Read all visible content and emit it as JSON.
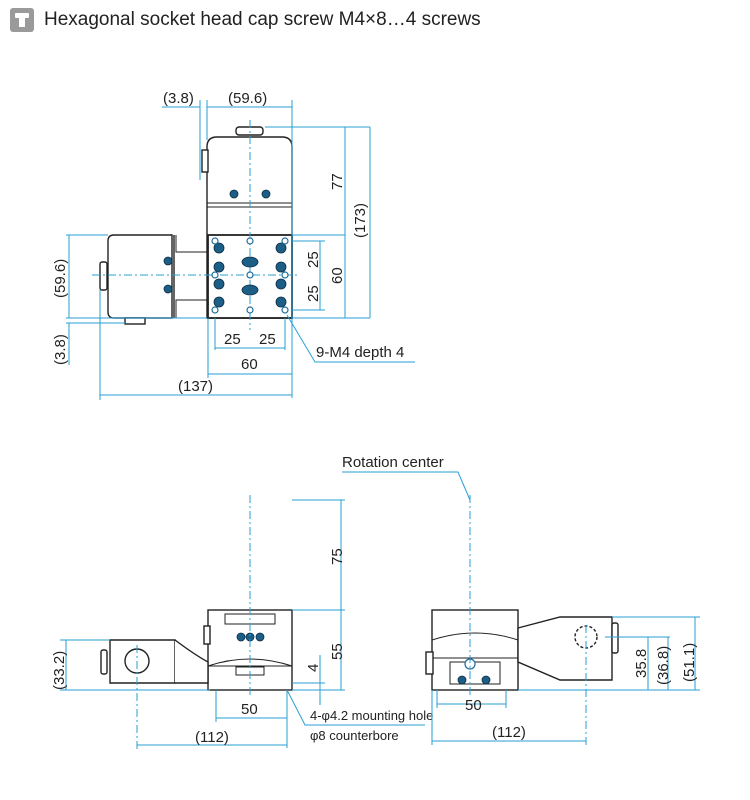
{
  "header": {
    "icon": "hex-socket-screw-icon",
    "title": "Hexagonal socket head cap screw M4×8…4 screws"
  },
  "top_view": {
    "dims": {
      "offset_top": "(3.8)",
      "width_top": "(59.6)",
      "height_upper": "77",
      "height_total": "(173)",
      "pitch_v1": "25",
      "pitch_v2": "25",
      "stage_height": "60",
      "width_left": "(59.6)",
      "offset_left": "(3.8)",
      "pitch_h1": "25",
      "pitch_h2": "25",
      "stage_width": "60",
      "total_width": "(137)"
    },
    "callout": "9-M4 depth 4"
  },
  "front_view": {
    "rotation_center": "Rotation center",
    "dims": {
      "center_height": "75",
      "body_height": "55",
      "base_step": "4",
      "arm_height": "(33.2)",
      "hole_pitch": "50",
      "overall": "(112)"
    },
    "callout_line1": "4-φ4.2 mounting hole",
    "callout_line2": "φ8 counterbore"
  },
  "side_view": {
    "dims": {
      "knob_height": "35.8",
      "knob_height2": "(36.8)",
      "overall_height": "(51.1)",
      "hole_pitch": "50",
      "overall": "(112)"
    }
  },
  "colors": {
    "dimension": "#2a9fd6",
    "outline": "#222222",
    "hole": "#1d5e86"
  }
}
